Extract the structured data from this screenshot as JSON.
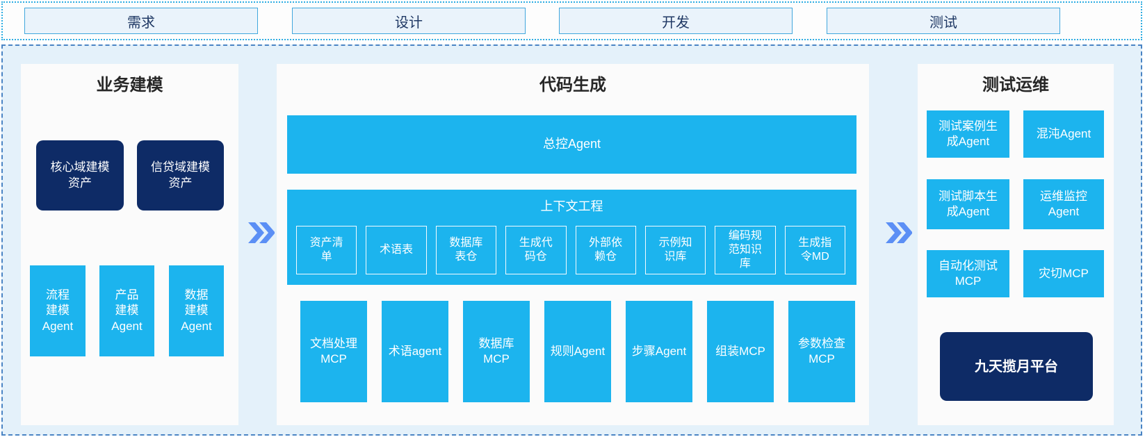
{
  "stages": [
    "需求",
    "设计",
    "开发",
    "测试"
  ],
  "panels": {
    "business": {
      "title": "业务建模",
      "assets": [
        "核心域建模\n资产",
        "信贷域建模\n资产"
      ],
      "agents": [
        "流程\n建模\nAgent",
        "产品\n建模\nAgent",
        "数据\n建模\nAgent"
      ]
    },
    "codegen": {
      "title": "代码生成",
      "master_agent": "总控Agent",
      "context_engineering": {
        "title": "上下文工程",
        "items": [
          "资产清\n单",
          "术语表",
          "数据库\n表仓",
          "生成代\n码仓",
          "外部依\n赖仓",
          "示例知\n识库",
          "编码规\n范知识\n库",
          "生成指\n令MD"
        ]
      },
      "tools": [
        "文档处理\nMCP",
        "术语agent",
        "数据库\nMCP",
        "规则Agent",
        "步骤Agent",
        "组装MCP",
        "参数检查\nMCP"
      ]
    },
    "testops": {
      "title": "测试运维",
      "items": [
        "测试案例生\n成Agent",
        "混沌Agent",
        "测试脚本生\n成Agent",
        "运维监控\nAgent",
        "自动化测试\nMCP",
        "灾切MCP"
      ],
      "platform": "九天揽月平台"
    }
  },
  "colors": {
    "cyan": "#1cb4ee",
    "navy": "#0e2b66",
    "light_blue_bg": "#e4f1fa",
    "strip_border": "#2bace2",
    "main_border": "#4a84c4",
    "phase_fill": "#eaf3fb",
    "phase_border": "#41a7dd",
    "phase_text": "#1f3864",
    "chevron_blue": "#5b8ff5",
    "title_text": "#262626"
  }
}
